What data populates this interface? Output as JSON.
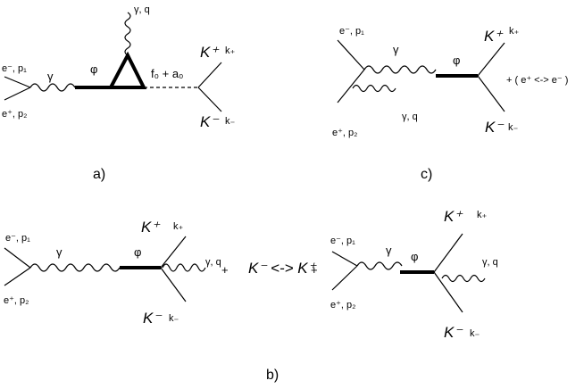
{
  "diagram_a": {
    "label": "a)",
    "e_minus": "e⁻, p₁",
    "e_plus": "e⁺, p₂",
    "gamma": "γ",
    "phi": "φ",
    "gamma_q": "γ, q",
    "f0_a0": "f₀ + a₀",
    "k_plus": "K⁺",
    "k_plus_mom": "k₊",
    "k_minus": "K⁻",
    "k_minus_mom": "k₋"
  },
  "diagram_c": {
    "label": "c)",
    "e_minus": "e⁻, p₁",
    "e_plus": "e⁺, p₂",
    "gamma": "γ",
    "phi": "φ",
    "gamma_q": "γ, q",
    "k_plus": "K⁺",
    "k_plus_mom": "k₊",
    "k_minus": "K⁻",
    "k_minus_mom": "k₋",
    "swap_note": "+ ( e⁺ <-> e⁻ )"
  },
  "diagram_b": {
    "label": "b)",
    "left": {
      "e_minus": "e⁻, p₁",
      "e_plus": "e⁺, p₂",
      "gamma": "γ",
      "phi": "φ",
      "gamma_q": "γ, q",
      "k_plus": "K⁺",
      "k_plus_mom": "k₊",
      "k_minus": "K⁻",
      "k_minus_mom": "k₋"
    },
    "plus_1": "+",
    "swap_note": "K⁻ <-> K⁺",
    "plus_2": "+",
    "right": {
      "e_minus": "e⁻, p₁",
      "e_plus": "e⁺, p₂",
      "gamma": "γ",
      "phi": "φ",
      "gamma_q": "γ, q",
      "k_plus": "K⁺",
      "k_plus_mom": "k₊",
      "k_minus": "K⁻",
      "k_minus_mom": "k₋"
    }
  }
}
